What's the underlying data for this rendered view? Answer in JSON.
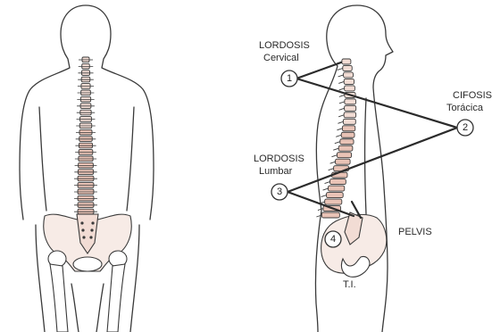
{
  "labels": {
    "lordosis_cervical_1": "LORDOSIS",
    "lordosis_cervical_2": "Cervical",
    "cifosis_toracica_1": "CIFOSIS",
    "cifosis_toracica_2": "Torácica",
    "lordosis_lumbar_1": "LORDOSIS",
    "lordosis_lumbar_2": "Lumbar",
    "pelvis": "PELVIS",
    "ti": "T.I."
  },
  "markers": [
    "1",
    "2",
    "3",
    "4"
  ],
  "colors": {
    "vertebra": "#f2dcd4",
    "vertebra_accent": "#e9c3b6",
    "pelvis": "#f6e8e2",
    "outline": "#3a3a3a"
  }
}
